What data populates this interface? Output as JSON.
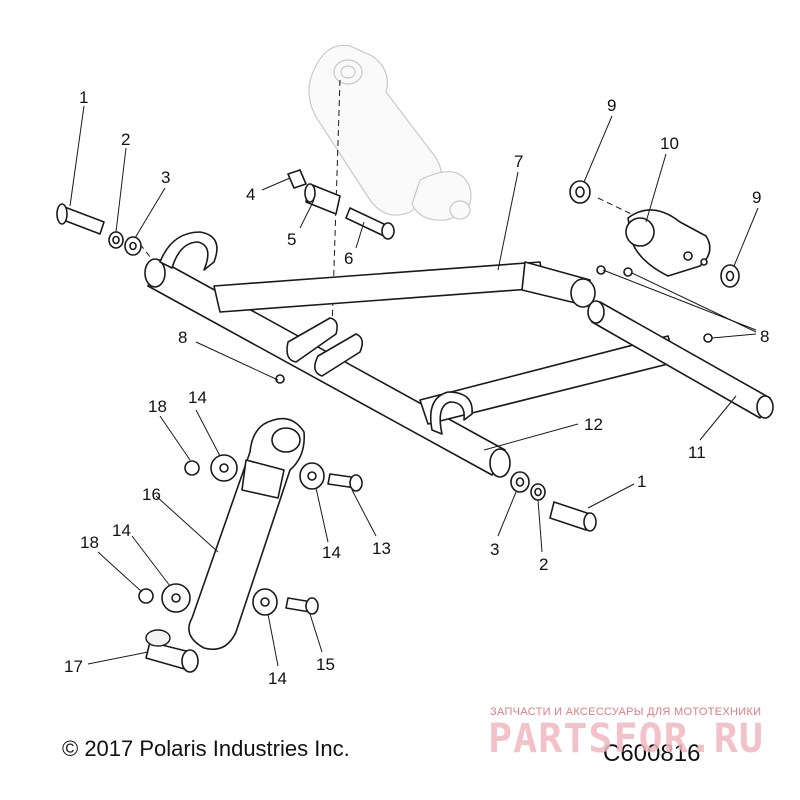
{
  "diagram": {
    "callouts": {
      "c1_top": "1",
      "c2_top": "2",
      "c3_top": "3",
      "c4": "4",
      "c5": "5",
      "c6": "6",
      "c7": "7",
      "c8_left": "8",
      "c8_right": "8",
      "c9_top": "9",
      "c9_right": "9",
      "c10": "10",
      "c11": "11",
      "c12": "12",
      "c1_bottom": "1",
      "c2_bottom": "2",
      "c3_bottom": "3",
      "c13": "13",
      "c14_a": "14",
      "c14_b": "14",
      "c14_c": "14",
      "c14_d": "14",
      "c15": "15",
      "c16": "16",
      "c17": "17",
      "c18_a": "18",
      "c18_b": "18"
    },
    "copyright": "© 2017 Polaris Industries Inc.",
    "code": "C600816"
  },
  "watermark": {
    "tagline": "ЗАПЧАСТИ И АКСЕССУАРЫ ДЛЯ МОТОТЕХНИКИ",
    "logo": "PARTSFOR.RU"
  }
}
